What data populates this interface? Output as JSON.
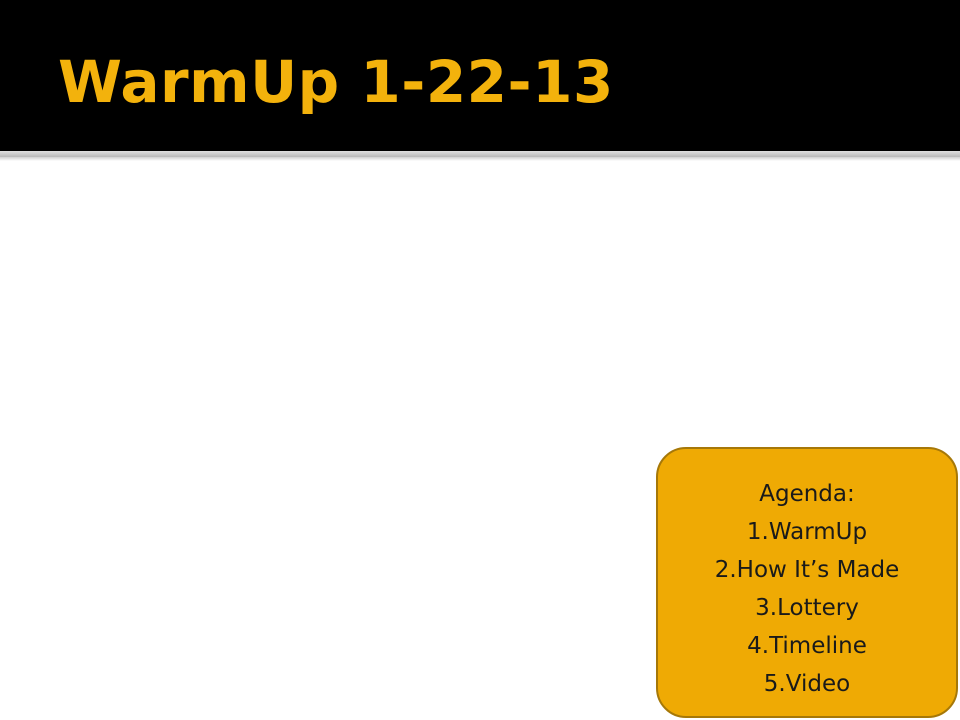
{
  "slide": {
    "title": "WarmUp 1-22-13"
  },
  "agenda": {
    "heading": "Agenda:",
    "items": [
      "1.WarmUp",
      "2.How It’s Made",
      "3.Lottery",
      "4.Timeline",
      "5.Video"
    ]
  },
  "colors": {
    "title_bar": "#000000",
    "title_text": "#f3b20c",
    "agenda_fill": "#efaa04",
    "agenda_border": "#a67808",
    "background": "#ffffff"
  }
}
